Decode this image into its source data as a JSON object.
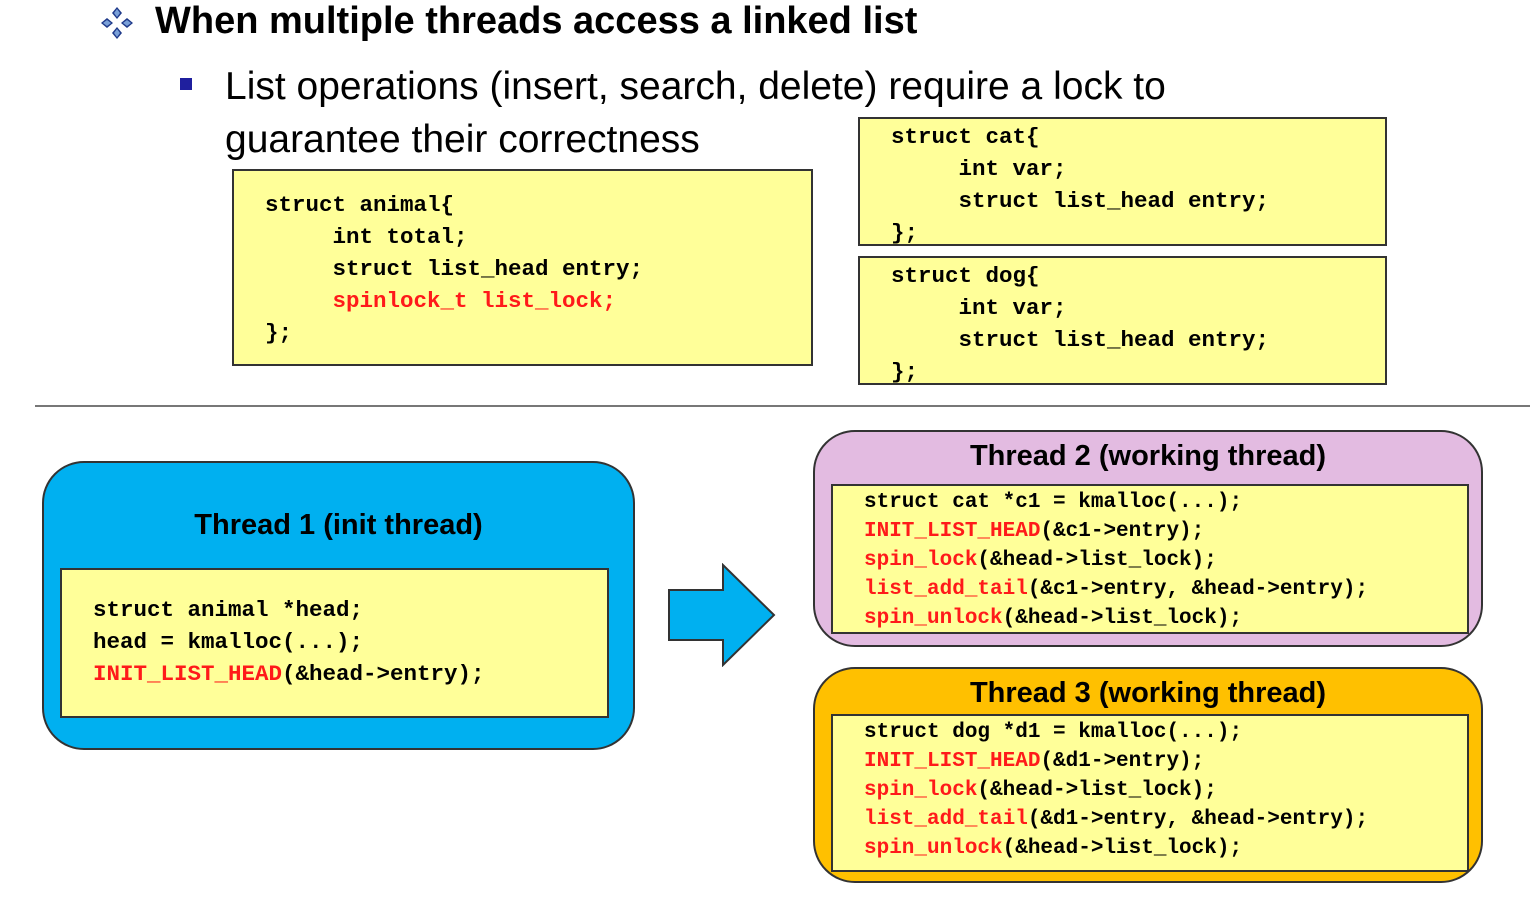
{
  "heading": "When multiple threads access a linked list",
  "bullet_text": "List operations (insert, search, delete) require a lock to guarantee their correctness",
  "structs": {
    "animal": [
      {
        "parts": [
          {
            "text": "struct animal{",
            "red": false
          }
        ]
      },
      {
        "parts": [
          {
            "text": "     int total;",
            "red": false
          }
        ]
      },
      {
        "parts": [
          {
            "text": "     struct list_head entry;",
            "red": false
          }
        ]
      },
      {
        "parts": [
          {
            "text": "     spinlock_t list_lock;",
            "red": true
          }
        ]
      },
      {
        "parts": [
          {
            "text": "};",
            "red": false
          }
        ]
      }
    ],
    "cat": [
      {
        "parts": [
          {
            "text": "struct cat{",
            "red": false
          }
        ]
      },
      {
        "parts": [
          {
            "text": "     int var;",
            "red": false
          }
        ]
      },
      {
        "parts": [
          {
            "text": "     struct list_head entry;",
            "red": false
          }
        ]
      },
      {
        "parts": [
          {
            "text": "};",
            "red": false
          }
        ]
      }
    ],
    "dog": [
      {
        "parts": [
          {
            "text": "struct dog{",
            "red": false
          }
        ]
      },
      {
        "parts": [
          {
            "text": "     int var;",
            "red": false
          }
        ]
      },
      {
        "parts": [
          {
            "text": "     struct list_head entry;",
            "red": false
          }
        ]
      },
      {
        "parts": [
          {
            "text": "};",
            "red": false
          }
        ]
      }
    ]
  },
  "threads": {
    "t1": {
      "title": "Thread 1 (init thread)",
      "code": [
        {
          "parts": [
            {
              "text": "struct animal *head;",
              "red": false
            }
          ]
        },
        {
          "parts": [
            {
              "text": "head = kmalloc(...);",
              "red": false
            }
          ]
        },
        {
          "parts": [
            {
              "text": "INIT_LIST_HEAD",
              "red": true
            },
            {
              "text": "(&head->entry);",
              "red": false
            }
          ]
        }
      ]
    },
    "t2": {
      "title": "Thread 2 (working thread)",
      "code": [
        {
          "parts": [
            {
              "text": "struct cat *c1 = kmalloc(...);",
              "red": false
            }
          ]
        },
        {
          "parts": [
            {
              "text": "INIT_LIST_HEAD",
              "red": true
            },
            {
              "text": "(&c1->entry);",
              "red": false
            }
          ]
        },
        {
          "parts": [
            {
              "text": "spin_lock",
              "red": true
            },
            {
              "text": "(&head->list_lock);",
              "red": false
            }
          ]
        },
        {
          "parts": [
            {
              "text": "list_add_tail",
              "red": true
            },
            {
              "text": "(&c1->entry, &head->entry);",
              "red": false
            }
          ]
        },
        {
          "parts": [
            {
              "text": "spin_unlock",
              "red": true
            },
            {
              "text": "(&head->list_lock);",
              "red": false
            }
          ]
        }
      ]
    },
    "t3": {
      "title": "Thread 3 (working thread)",
      "code": [
        {
          "parts": [
            {
              "text": "struct dog *d1 = kmalloc(...);",
              "red": false
            }
          ]
        },
        {
          "parts": [
            {
              "text": "INIT_LIST_HEAD",
              "red": true
            },
            {
              "text": "(&d1->entry);",
              "red": false
            }
          ]
        },
        {
          "parts": [
            {
              "text": "spin_lock",
              "red": true
            },
            {
              "text": "(&head->list_lock);",
              "red": false
            }
          ]
        },
        {
          "parts": [
            {
              "text": "list_add_tail",
              "red": true
            },
            {
              "text": "(&d1->entry, &head->entry);",
              "red": false
            }
          ]
        },
        {
          "parts": [
            {
              "text": "spin_unlock",
              "red": true
            },
            {
              "text": "(&head->list_lock);",
              "red": false
            }
          ]
        }
      ]
    }
  },
  "colors": {
    "code_bg": "#ffff99",
    "highlight": "#ff1a1a",
    "thread1_bg": "#00b0f0",
    "thread2_bg": "#e3bbe1",
    "thread3_bg": "#ffc000",
    "bullet": "#1f1f9e"
  },
  "icons": {
    "heading_bullet": "four-diamond-bullet-icon",
    "arrow": "right-arrow-icon"
  }
}
